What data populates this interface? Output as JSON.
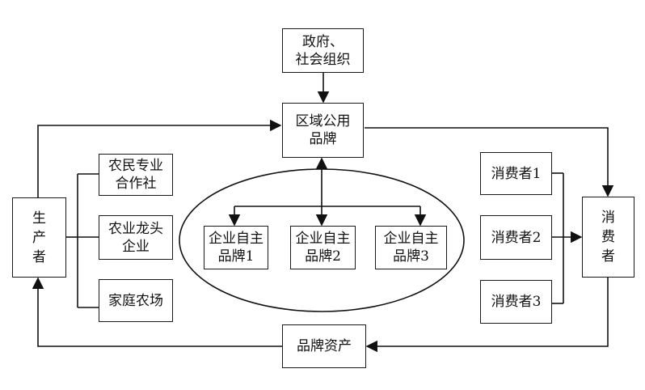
{
  "nodes": {
    "government": "政府、\n社会组织",
    "regional_brand": "区域公用\n品牌",
    "producer": "生\n产\n者",
    "cooperative": "农民专业\n合作社",
    "leading_enterprise": "农业龙头\n企业",
    "family_farm": "家庭农场",
    "enterprise_brand_1": "企业自主\n品牌1",
    "enterprise_brand_2": "企业自主\n品牌2",
    "enterprise_brand_3": "企业自主\n品牌3",
    "consumer_1": "消费者1",
    "consumer_2": "消费者2",
    "consumer_3": "消费者3",
    "consumers": "消\n费\n者",
    "brand_assets": "品牌资产"
  }
}
